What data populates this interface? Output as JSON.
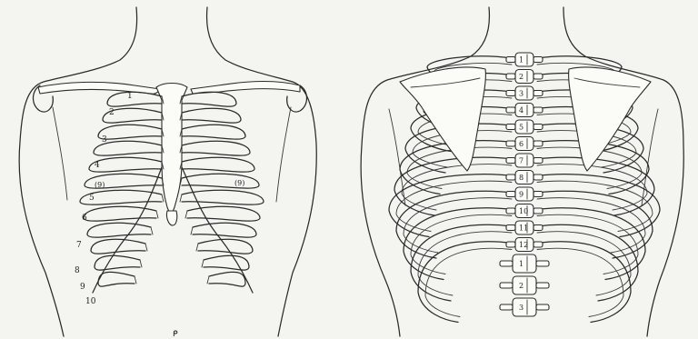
{
  "front_view": {
    "rib_numbers": [
      "1",
      "2",
      "3",
      "4",
      "(9)",
      "5",
      "6",
      "7",
      "8",
      "9",
      "10"
    ],
    "right_marker": "(9)"
  },
  "back_view": {
    "thoracic_numbers": [
      "1",
      "2",
      "3",
      "4",
      "5",
      "6",
      "7",
      "8",
      "9",
      "10",
      "11",
      "12"
    ],
    "lumbar_numbers": [
      "1",
      "2",
      "3"
    ]
  },
  "footer_glyph": "ᑭ"
}
